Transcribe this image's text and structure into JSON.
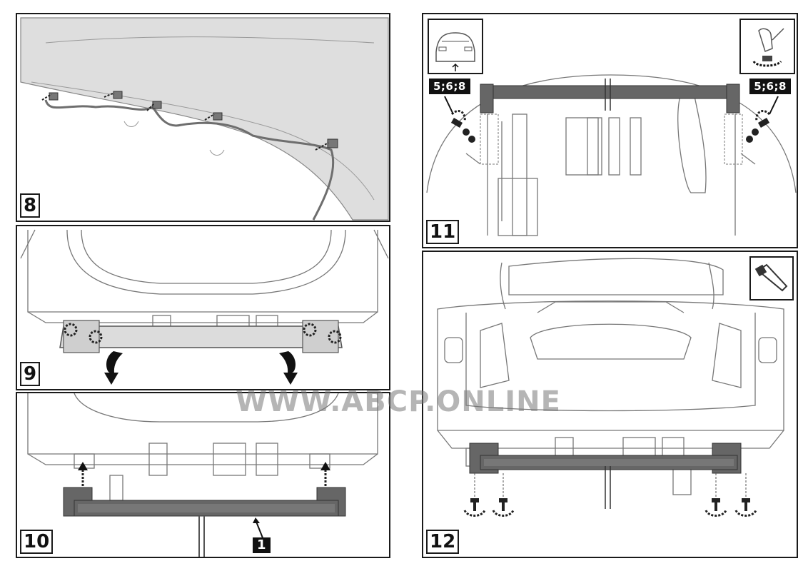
{
  "steps": {
    "step8": "8",
    "step9": "9",
    "step10": "10",
    "step11": "11",
    "step12": "12"
  },
  "callouts": {
    "part_number": "1",
    "fasteners_left": "5;6;8",
    "fasteners_right": "5;6;8"
  },
  "watermark": "WWW.ABCP.ONLINE",
  "colors": {
    "line": "#555555",
    "bar": "#5a5a5a",
    "wiring_bg": "#dcdcdc"
  },
  "icons": [
    "car-rear-icon",
    "hand-tool-icon",
    "socket-wrench-icon",
    "rotate-arrow-icon"
  ]
}
